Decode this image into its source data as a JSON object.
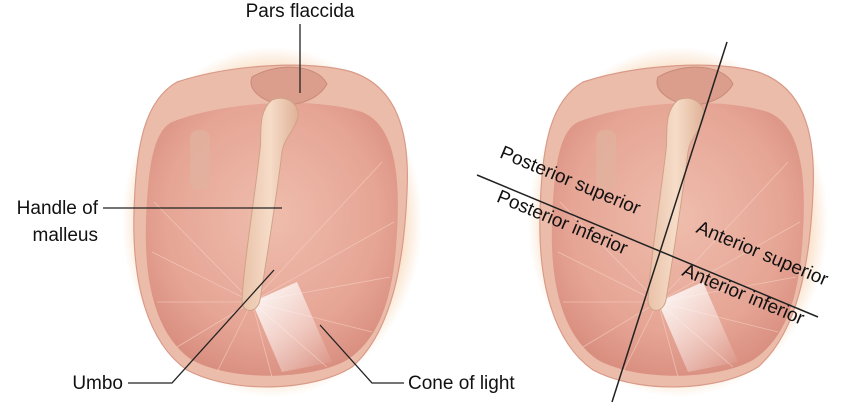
{
  "labels": {
    "pars_flaccida": "Pars flaccida",
    "handle_line1": "Handle of",
    "handle_line2": "malleus",
    "umbo": "Umbo",
    "cone_of_light": "Cone of light"
  },
  "quadrants": {
    "posterior_superior": "Posterior superior",
    "posterior_inferior": "Posterior inferior",
    "anterior_superior": "Anterior superior",
    "anterior_inferior": "Anterior inferior"
  },
  "colors": {
    "halo": "#f6c79a",
    "rim": "#e9b7a2",
    "membrane": "#e8a89a",
    "membrane_light": "#f0c4b6",
    "malleus": "#f1d3bd",
    "flaccida": "#dea292",
    "light_cone": "#ffffff"
  }
}
